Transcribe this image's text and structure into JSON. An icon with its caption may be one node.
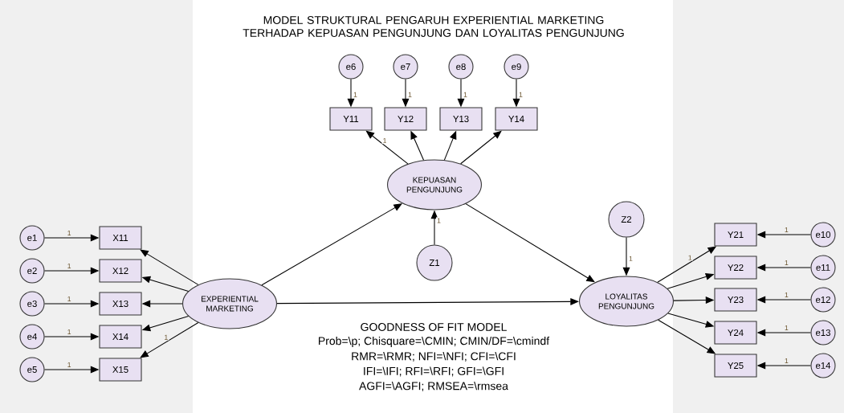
{
  "diagram": {
    "title": "MODEL STRUKTURAL PENGARUH EXPERIENTIAL MARKETING TERHADAP KEPUASAN PENGUNJUNG DAN LOYALITAS PENGUNJUNG",
    "nodes": [
      {
        "text": [
          "e1"
        ]
      },
      {
        "text": [
          "e2"
        ]
      },
      {
        "text": [
          "e3"
        ]
      },
      {
        "text": [
          "e4"
        ]
      },
      {
        "text": [
          "e5"
        ]
      },
      {
        "text": [
          "X11"
        ]
      },
      {
        "text": [
          "X12"
        ]
      },
      {
        "text": [
          "X13"
        ]
      },
      {
        "text": [
          "X14"
        ]
      },
      {
        "text": [
          "X15"
        ]
      },
      {
        "text": [
          "EXPERIENTIAL MARKETING"
        ]
      },
      {
        "text": [
          "e6"
        ]
      },
      {
        "text": [
          "e7"
        ]
      },
      {
        "text": [
          "e8"
        ]
      },
      {
        "text": [
          "e9"
        ]
      },
      {
        "text": [
          "Y11"
        ]
      },
      {
        "text": [
          "Y12"
        ]
      },
      {
        "text": [
          "Y13"
        ]
      },
      {
        "text": [
          "Y14"
        ]
      },
      {
        "text": [
          "KEPUASAN PENGUNJUNG"
        ]
      },
      {
        "text": [
          "Z1"
        ]
      },
      {
        "text": [
          "Z2"
        ]
      },
      {
        "text": [
          "LOYALITAS PENGUNJUNG"
        ]
      },
      {
        "text": [
          "Y21"
        ]
      },
      {
        "text": [
          "Y22"
        ]
      },
      {
        "text": [
          "Y23"
        ]
      },
      {
        "text": [
          "Y24"
        ]
      },
      {
        "text": [
          "Y25"
        ]
      },
      {
        "text": [
          "e10"
        ]
      },
      {
        "text": [
          "e11"
        ]
      },
      {
        "text": [
          "e12"
        ]
      },
      {
        "text": [
          "e13"
        ]
      },
      {
        "text": [
          "e14"
        ]
      }
    ],
    "edges": [
      {
        "from": 0,
        "to": 5,
        "arrow": "to",
        "label": "1"
      },
      {
        "from": 1,
        "to": 6,
        "arrow": "to",
        "label": "1"
      },
      {
        "from": 2,
        "to": 7,
        "arrow": "to",
        "label": "1"
      },
      {
        "from": 3,
        "to": 8,
        "arrow": "to",
        "label": "1"
      },
      {
        "from": 4,
        "to": 9,
        "arrow": "to",
        "label": "1"
      },
      {
        "from": 10,
        "to": 5,
        "arrow": "to"
      },
      {
        "from": 10,
        "to": 6,
        "arrow": "to"
      },
      {
        "from": 10,
        "to": 7,
        "arrow": "to"
      },
      {
        "from": 10,
        "to": 8,
        "arrow": "to"
      },
      {
        "from": 10,
        "to": 9,
        "arrow": "to",
        "label": "1"
      },
      {
        "from": 11,
        "to": 15,
        "arrow": "to",
        "label": "1"
      },
      {
        "from": 12,
        "to": 16,
        "arrow": "to",
        "label": "1"
      },
      {
        "from": 13,
        "to": 17,
        "arrow": "to",
        "label": "1"
      },
      {
        "from": 14,
        "to": 18,
        "arrow": "to",
        "label": "1"
      },
      {
        "from": 19,
        "to": 15,
        "arrow": "to",
        "label": "1"
      },
      {
        "from": 19,
        "to": 16,
        "arrow": "to"
      },
      {
        "from": 19,
        "to": 17,
        "arrow": "to"
      },
      {
        "from": 19,
        "to": 18,
        "arrow": "to"
      },
      {
        "from": 10,
        "to": 19,
        "arrow": "to"
      },
      {
        "from": 10,
        "to": 22,
        "arrow": "to"
      },
      {
        "from": 19,
        "to": 22,
        "arrow": "to"
      },
      {
        "from": 20,
        "to": 19,
        "arrow": "to",
        "label": "1"
      },
      {
        "from": 21,
        "to": 22,
        "arrow": "to",
        "label": "1"
      },
      {
        "from": 22,
        "to": 23,
        "arrow": "to",
        "label": "1"
      },
      {
        "from": 22,
        "to": 24,
        "arrow": "to"
      },
      {
        "from": 22,
        "to": 25,
        "arrow": "to"
      },
      {
        "from": 22,
        "to": 26,
        "arrow": "to"
      },
      {
        "from": 22,
        "to": 27,
        "arrow": "to"
      },
      {
        "from": 28,
        "to": 23,
        "arrow": "to",
        "label": "1"
      },
      {
        "from": 29,
        "to": 24,
        "arrow": "to",
        "label": "1"
      },
      {
        "from": 30,
        "to": 25,
        "arrow": "to",
        "label": "1"
      },
      {
        "from": 31,
        "to": 26,
        "arrow": "to",
        "label": "1"
      },
      {
        "from": 32,
        "to": 27,
        "arrow": "to",
        "label": "1"
      }
    ],
    "labels": [
      "GOODNESS OF FIT MODEL",
      "Prob=\\p; Chisquare=\\CMIN; CMIN/DF=\\cmindf",
      "RMR=\\RMR; NFI=\\NFI; CFI=\\CFI",
      "IFI=\\IFI; RFI=\\RFI; GFI=\\GFI",
      "AGFI=\\AGFI; RMSEA=\\rmsea"
    ]
  }
}
